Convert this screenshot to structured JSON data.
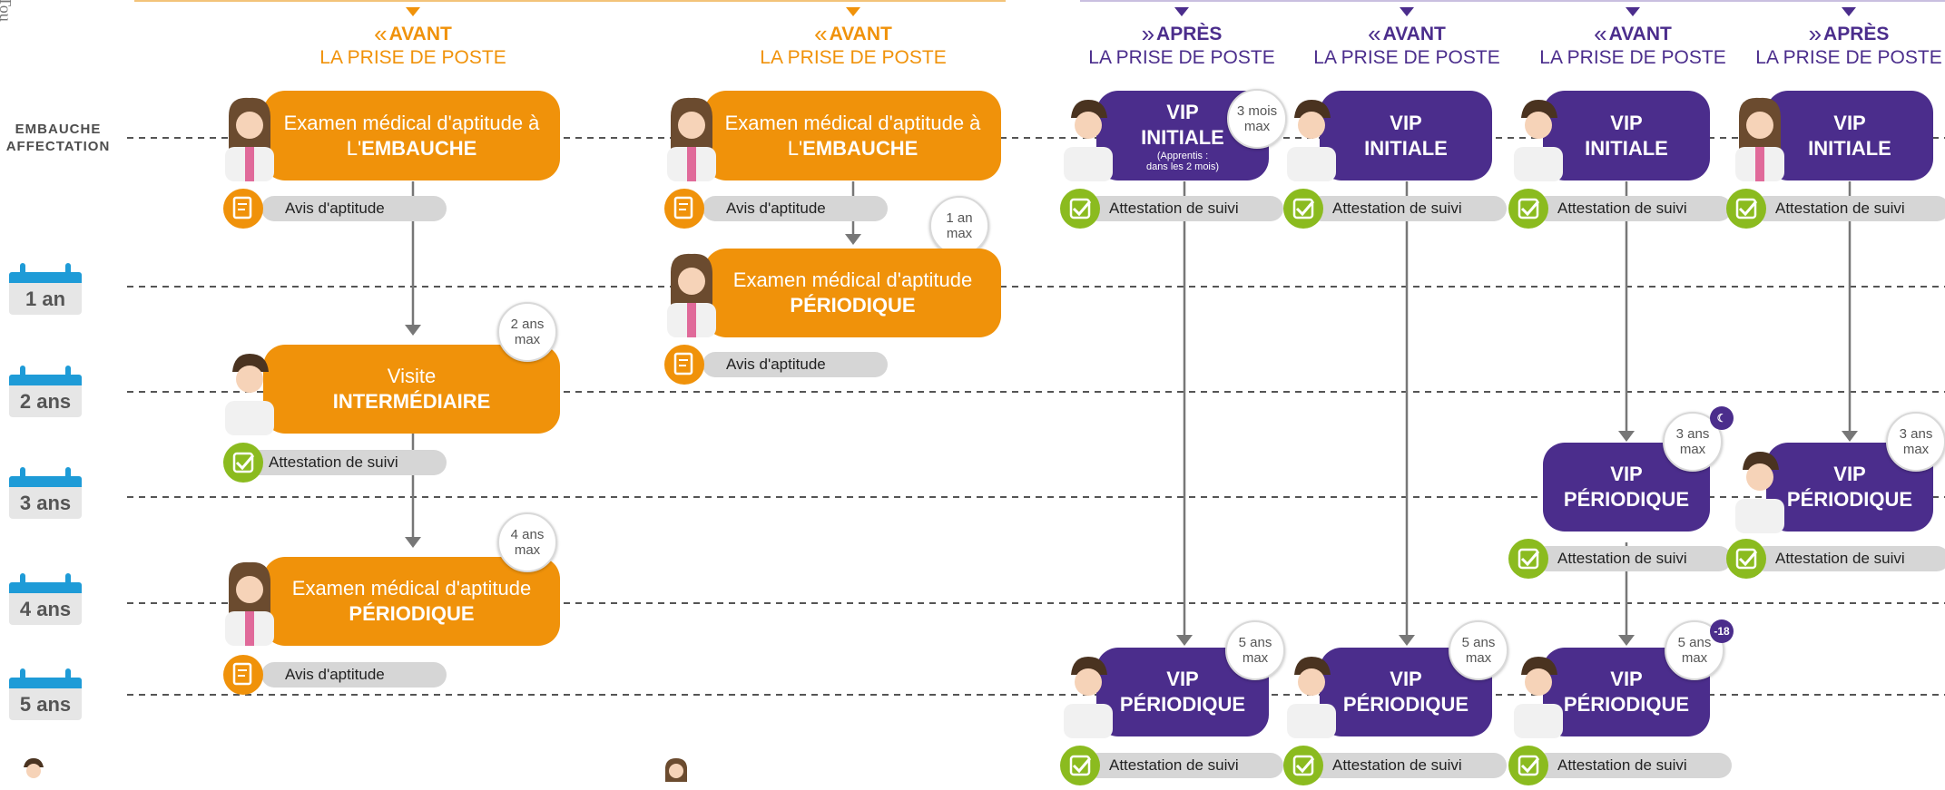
{
  "edge_text": "Tou",
  "rows": {
    "hire_label_line1": "EMBAUCHE",
    "hire_label_line2": "AFFECTATION",
    "years": [
      "1 an",
      "2 ans",
      "3 ans",
      "4 ans",
      "5 ans"
    ]
  },
  "headers": [
    {
      "arrow": "AVANT",
      "subtitle": "LA PRISE DE POSTE",
      "kind": "avant"
    },
    {
      "arrow": "AVANT",
      "subtitle": "LA PRISE DE POSTE",
      "kind": "avant"
    },
    {
      "arrow": "APRÈS",
      "subtitle": "LA PRISE DE POSTE",
      "kind": "apres"
    },
    {
      "arrow": "AVANT",
      "subtitle": "LA PRISE DE POSTE",
      "kind": "avant"
    },
    {
      "arrow": "AVANT",
      "subtitle": "LA PRISE DE POSTE",
      "kind": "avant"
    },
    {
      "arrow": "APRÈS",
      "subtitle": "LA PRISE DE POSTE",
      "kind": "apres"
    }
  ],
  "colors": {
    "orange": "#f0920a",
    "purple": "#4b2d8c",
    "green": "#8bbb1f",
    "grey": "#d6d6d6",
    "blue": "#1e9bd7"
  },
  "boxes": {
    "c1_hire": {
      "l1": "Examen médical d'aptitude à",
      "l2a": "L'",
      "l2b": "EMBAUCHE"
    },
    "c1_visit": {
      "l1": "Visite",
      "l2": "INTERMÉDIAIRE"
    },
    "c1_periodic": {
      "l1": "Examen médical d'aptitude",
      "l2": "PÉRIODIQUE"
    },
    "c2_hire": {
      "l1": "Examen médical d'aptitude à",
      "l2a": "L'",
      "l2b": "EMBAUCHE"
    },
    "c2_periodic": {
      "l1": "Examen médical d'aptitude",
      "l2": "PÉRIODIQUE"
    },
    "c3_initial": {
      "l1": "VIP",
      "l2": "INITIALE",
      "note1": "(Apprentis :",
      "note2": "dans les 2 mois)"
    },
    "c3_periodic": {
      "l1": "VIP",
      "l2": "PÉRIODIQUE"
    },
    "c4_initial": {
      "l1": "VIP",
      "l2": "INITIALE"
    },
    "c4_periodic": {
      "l1": "VIP",
      "l2": "PÉRIODIQUE"
    },
    "c5_initial": {
      "l1": "VIP",
      "l2": "INITIALE"
    },
    "c5_periodic3": {
      "l1": "VIP",
      "l2": "PÉRIODIQUE"
    },
    "c5_periodic5": {
      "l1": "VIP",
      "l2": "PÉRIODIQUE"
    },
    "c6_initial": {
      "l1": "VIP",
      "l2": "INITIALE"
    },
    "c6_periodic": {
      "l1": "VIP",
      "l2": "PÉRIODIQUE"
    }
  },
  "tags": {
    "avis": "Avis d'aptitude",
    "attestation": "Attestation de suivi"
  },
  "badges": {
    "b_2ans": {
      "l1": "2 ans",
      "l2": "max"
    },
    "b_4ans": {
      "l1": "4 ans",
      "l2": "max"
    },
    "b_1an": {
      "l1": "1 an",
      "l2": "max"
    },
    "b_3mois": {
      "l1": "3 mois",
      "l2": "max"
    },
    "b_5ans": {
      "l1": "5 ans",
      "l2": "max"
    },
    "b_3ans": {
      "l1": "3 ans",
      "l2": "max"
    }
  },
  "mini_badges": {
    "minus18": "-18"
  }
}
